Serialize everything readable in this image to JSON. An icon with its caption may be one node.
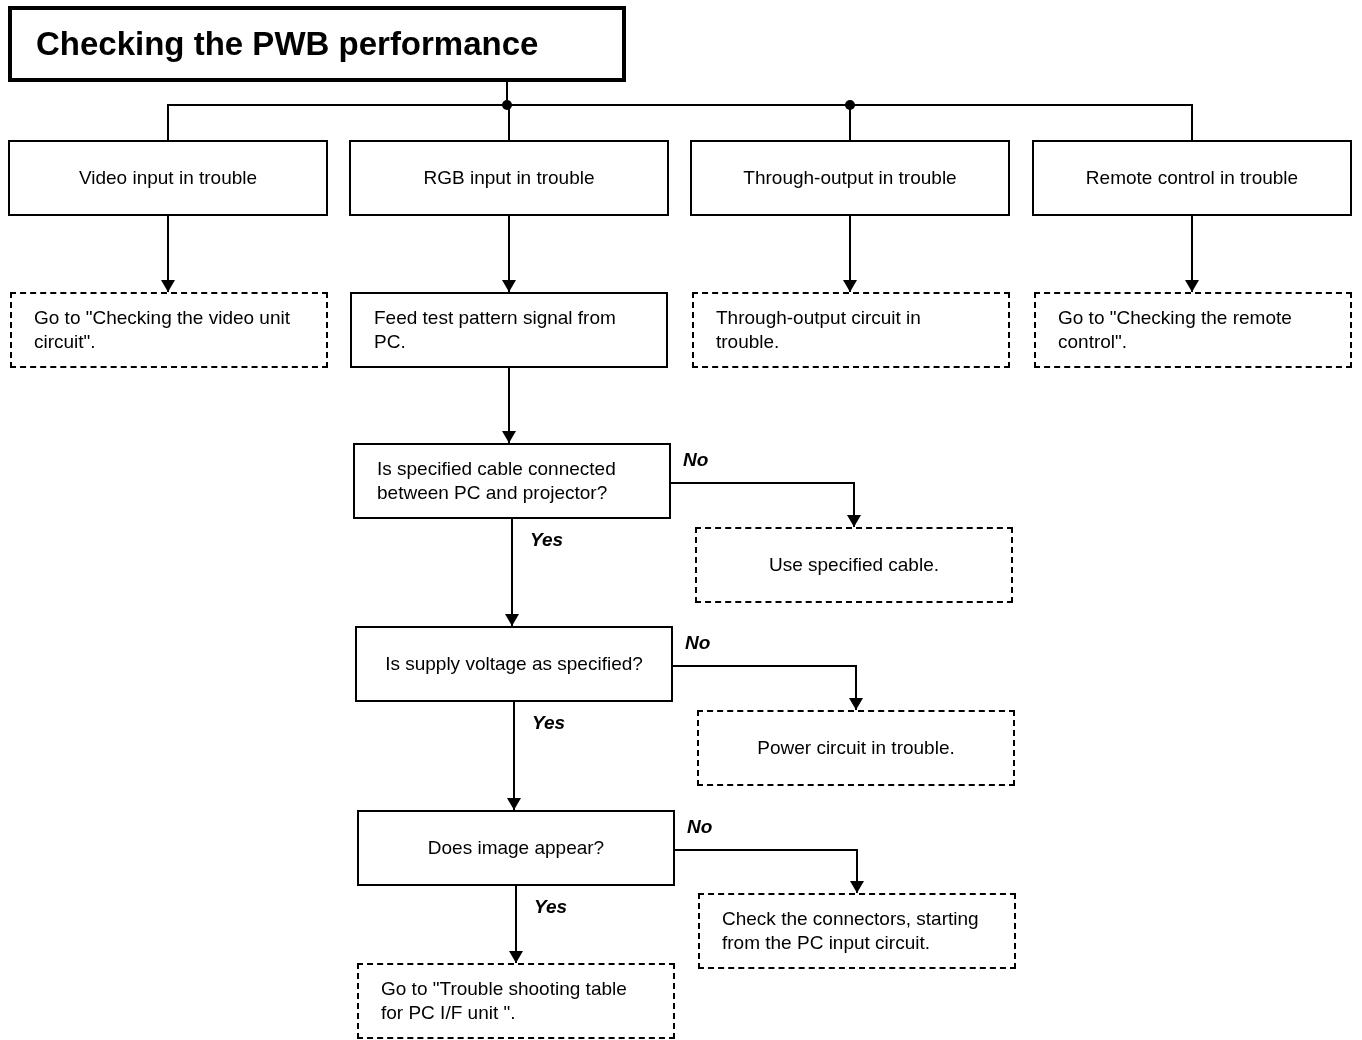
{
  "diagram": {
    "title": "Checking the PWB performance",
    "nodes": [
      {
        "text": [
          "Video input in trouble"
        ]
      },
      {
        "text": [
          "RGB input in trouble"
        ]
      },
      {
        "text": [
          "Through-output in trouble"
        ]
      },
      {
        "text": [
          "Remote control in trouble"
        ]
      },
      {
        "text": [
          "Go to \"Checking the video unit circuit\"."
        ]
      },
      {
        "text": [
          "Feed test pattern signal from PC."
        ]
      },
      {
        "text": [
          "Through-output circuit in trouble."
        ]
      },
      {
        "text": [
          "Go to \"Checking the remote control\"."
        ]
      },
      {
        "text": [
          "Is specified cable connected between PC and projector?"
        ]
      },
      {
        "text": [
          "Use specified cable."
        ]
      },
      {
        "text": [
          "Is supply voltage as specified?"
        ]
      },
      {
        "text": [
          "Power circuit in trouble."
        ]
      },
      {
        "text": [
          "Does image appear?"
        ]
      },
      {
        "text": [
          "Check the connectors, starting from the PC input circuit."
        ]
      },
      {
        "text": [
          "Go to \"Trouble shooting table for PC I/F unit \"."
        ]
      }
    ],
    "edges": [
      {
        "from": null,
        "to": 0,
        "arrow": "none"
      },
      {
        "from": null,
        "to": 1,
        "arrow": "none"
      },
      {
        "from": null,
        "to": 2,
        "arrow": "none"
      },
      {
        "from": null,
        "to": 3,
        "arrow": "none"
      },
      {
        "from": 0,
        "to": 4,
        "arrow": "to"
      },
      {
        "from": 1,
        "to": 5,
        "arrow": "to"
      },
      {
        "from": 2,
        "to": 6,
        "arrow": "to"
      },
      {
        "from": 3,
        "to": 7,
        "arrow": "to"
      },
      {
        "from": 5,
        "to": 8,
        "arrow": "to"
      },
      {
        "from": 8,
        "to": 9,
        "label": "No",
        "arrow": "to"
      },
      {
        "from": 8,
        "to": 10,
        "label": "Yes",
        "arrow": "to"
      },
      {
        "from": 10,
        "to": 11,
        "label": "No",
        "arrow": "to"
      },
      {
        "from": 10,
        "to": 12,
        "label": "Yes",
        "arrow": "to"
      },
      {
        "from": 12,
        "to": 13,
        "label": "No",
        "arrow": "to"
      },
      {
        "from": 12,
        "to": 14,
        "label": "Yes",
        "arrow": "to"
      }
    ]
  }
}
